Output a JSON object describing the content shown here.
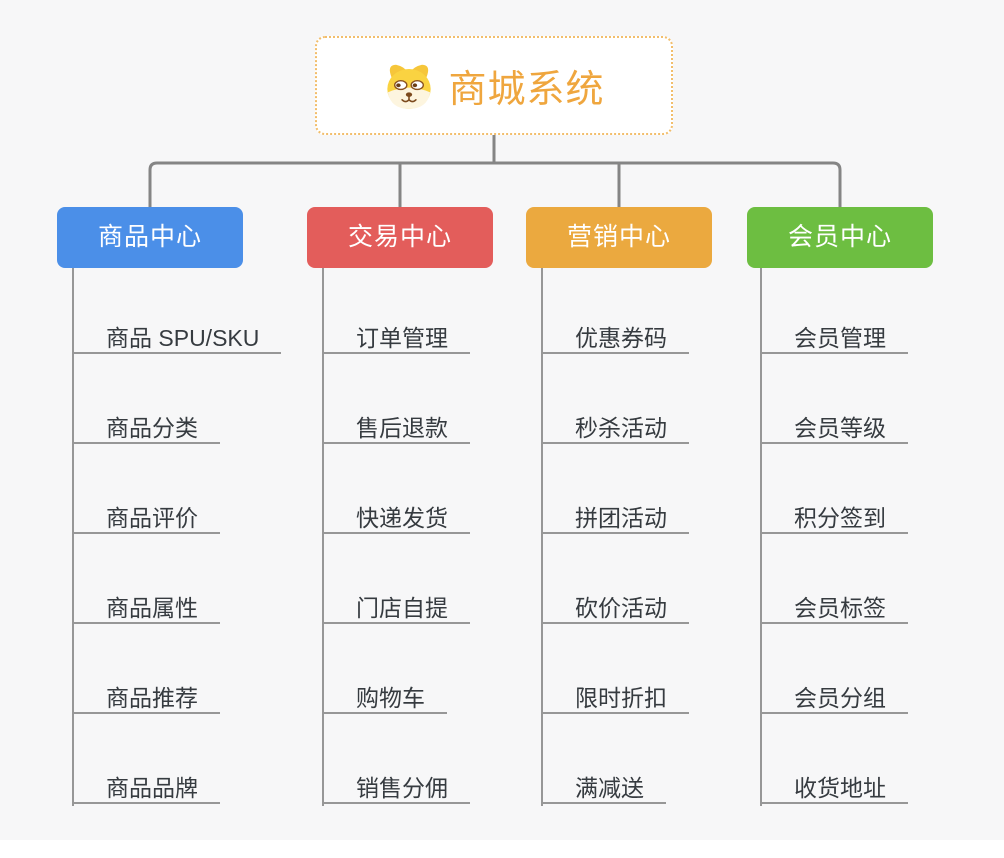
{
  "canvas": {
    "background": "#f7f7f8",
    "connector_color": "#858585",
    "line_color": "#979797",
    "leaf_text_color": "#363b40",
    "branch_text_color": "#ffffff"
  },
  "root": {
    "label": "商城系统",
    "icon": "shiba-dog-icon",
    "text_color": "#efa63e",
    "border_color": "#f2be6c",
    "background": "#ffffff"
  },
  "branches": [
    {
      "label": "商品中心",
      "color": "#4b8fe8",
      "children": [
        "商品 SPU/SKU",
        "商品分类",
        "商品评价",
        "商品属性",
        "商品推荐",
        "商品品牌"
      ]
    },
    {
      "label": "交易中心",
      "color": "#e35d5b",
      "children": [
        "订单管理",
        "售后退款",
        "快递发货",
        "门店自提",
        "购物车",
        "销售分佣"
      ]
    },
    {
      "label": "营销中心",
      "color": "#eba93f",
      "children": [
        "优惠券码",
        "秒杀活动",
        "拼团活动",
        "砍价活动",
        "限时折扣",
        "满减送"
      ]
    },
    {
      "label": "会员中心",
      "color": "#6dbe41",
      "children": [
        "会员管理",
        "会员等级",
        "积分签到",
        "会员标签",
        "会员分组",
        "收货地址"
      ]
    }
  ]
}
